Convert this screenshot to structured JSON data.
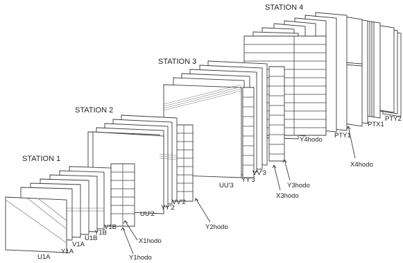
{
  "stations": [
    {
      "name": "STATION 1"
    },
    {
      "name": "STATION 2"
    },
    {
      "name": "STATION 3"
    },
    {
      "name": "STATION 4"
    }
  ],
  "chambers": [
    "U1A",
    "Y1A",
    "V1A",
    "U1B",
    "Y1B",
    "V1B",
    "UU'2",
    "YY'2",
    "VV'2",
    "UU'3",
    "YY'3",
    "VV'3",
    "PTY1",
    "PTX1",
    "PTY2"
  ],
  "hodoscopes": [
    "X1hodo",
    "Y1hodo",
    "Y2hodo",
    "X3hodo",
    "Y3hodo",
    "Y4hodo",
    "X4hodo"
  ],
  "colors": {
    "line": "#3a3a3a",
    "panel": "#ffffff",
    "background": "#ffffff"
  }
}
